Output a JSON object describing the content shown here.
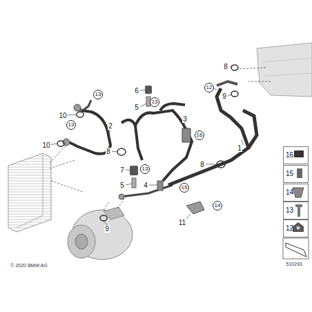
{
  "diagram": {
    "nodes": [
      {
        "text": [
          "16"
        ]
      },
      {
        "text": [
          "15"
        ]
      },
      {
        "text": [
          "14"
        ]
      },
      {
        "text": [
          "13"
        ]
      },
      {
        "text": [
          "12"
        ]
      }
    ],
    "labels": [
      "8",
      "12",
      "9",
      "1",
      "6",
      "5",
      "13",
      "3",
      "16",
      "13",
      "10",
      "13",
      "2",
      "10",
      "8",
      "8",
      "7",
      "5",
      "13",
      "4",
      "15",
      "14",
      "11",
      "9",
      "© 2020 BMW AG",
      "510293"
    ]
  }
}
